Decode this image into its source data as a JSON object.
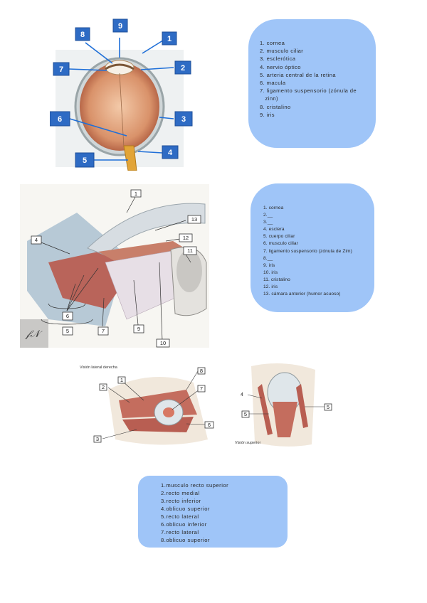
{
  "figure1": {
    "labels": [
      "1",
      "2",
      "3",
      "4",
      "5",
      "6",
      "7",
      "8",
      "9"
    ],
    "legend": [
      "1. cornea",
      "2. musculo ciliar",
      "3. esclerótica",
      "4. nervio óptico",
      "5. arteria central de la retina",
      "6. macula",
      "7. ligamento suspensorio (zónula de",
      "   zinn)",
      "8. cristalino",
      "9. iris"
    ]
  },
  "figure2": {
    "labels": [
      "1",
      "13",
      "12",
      "11",
      "4",
      "6",
      "5",
      "7",
      "9",
      "10"
    ],
    "legend": [
      "1. cornea",
      "2.__",
      "3.__",
      "4. esclera",
      "5. cuerpo ciliar",
      "6. musculo ciliar",
      "7. ligamento suspensorio (zónula de Zim)",
      "8.__",
      "9. iris",
      "10. iris",
      "11. cristalino",
      "12. iris",
      "13. cámara anterior (humor acuoso)"
    ]
  },
  "figure3": {
    "caption_left": "Visión lateral derecha",
    "caption_right": "Visión superior",
    "labels_left": [
      "8",
      "2",
      "1",
      "7",
      "6",
      "3"
    ],
    "labels_right": [
      "4",
      "5",
      "5"
    ],
    "legend": [
      "1.musculo recto superior",
      "2.recto medial",
      "3.recto inferior",
      "4.oblicuo superior",
      "5.recto lateral",
      "6.oblicuo inferior",
      "7.recto lateral",
      "8.oblicuo superior"
    ]
  },
  "colors": {
    "panel": "#9fc5f8",
    "label_box": "#2e6bc4"
  }
}
